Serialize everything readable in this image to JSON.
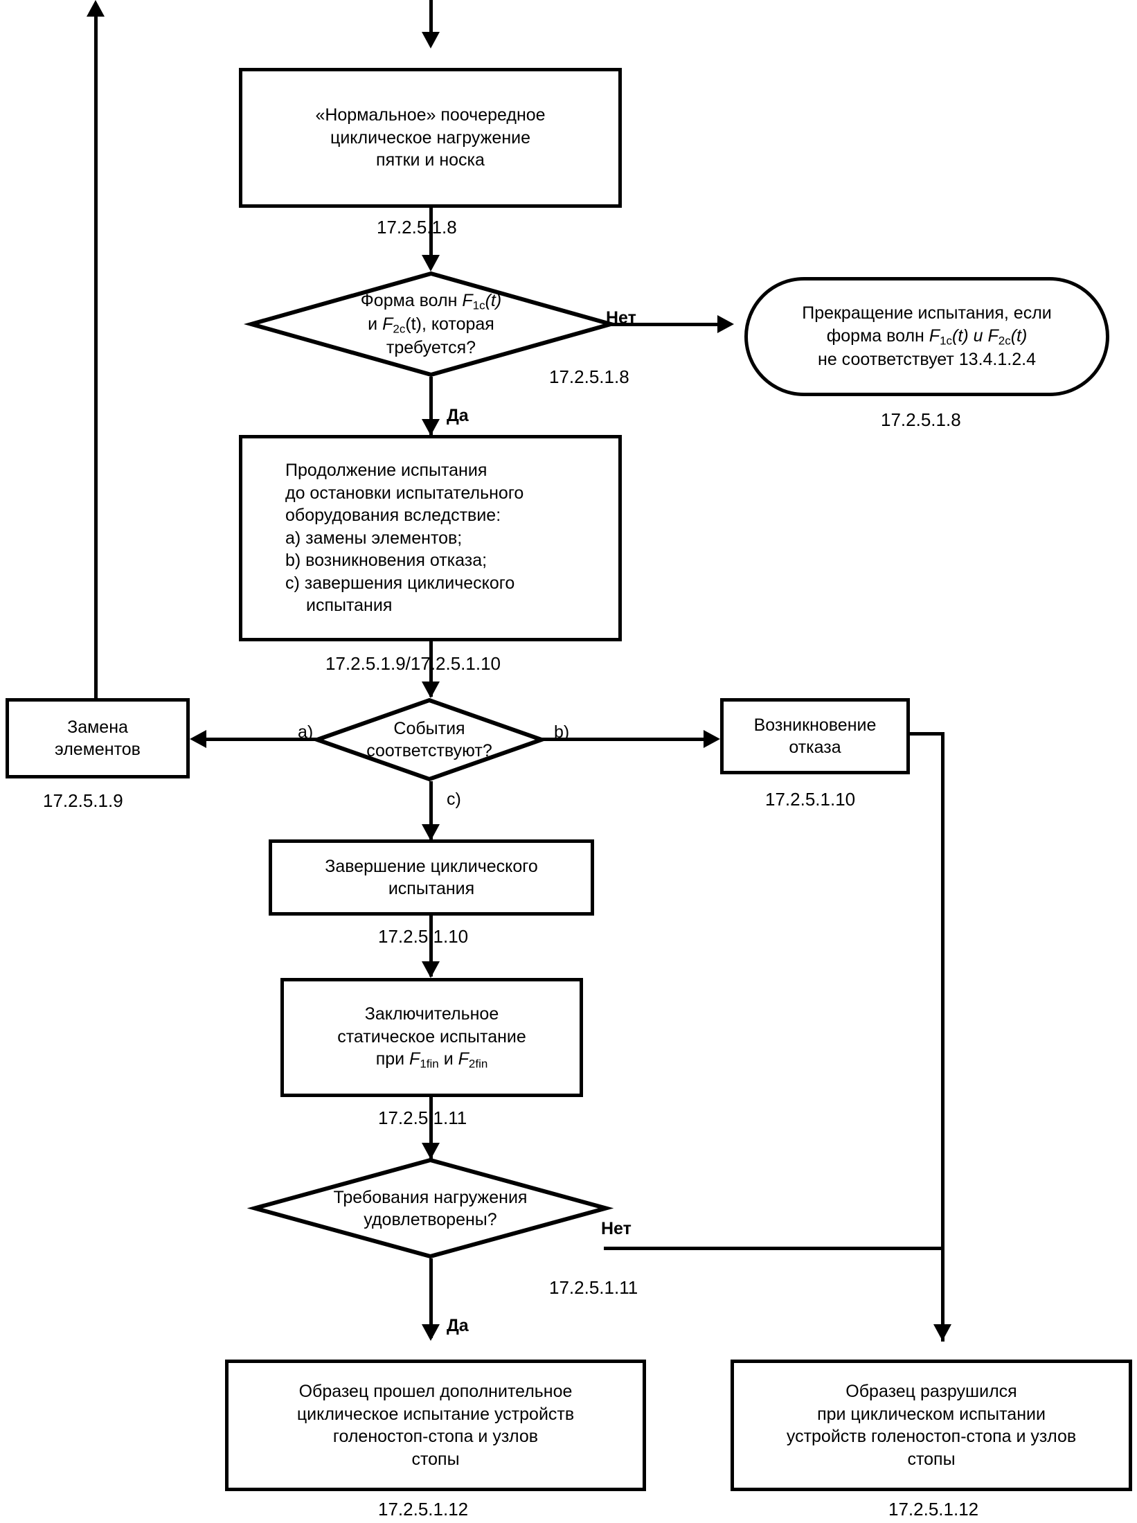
{
  "diagram": {
    "title": "Блок-схема циклического испытания устройств голеностоп-стопа",
    "type": "flowchart",
    "language": "ru",
    "line_color": "#000000",
    "background_color": "#ffffff"
  },
  "nodes": {
    "normal_loading": {
      "shape": "process",
      "line1": "«Нормальное» поочередное",
      "line2": "циклическое нагружение",
      "line3": "пятки и носка",
      "clause": "17.2.5.1.8"
    },
    "waveform_decision": {
      "shape": "decision",
      "line1_a": "Форма волн ",
      "line1_f": "F",
      "line1_sub": "1c",
      "line1_b": "(t)",
      "line2_a": "и ",
      "line2_f": "F",
      "line2_sub": "2c",
      "line2_b": "(t), которая",
      "line3": "требуется?",
      "clause": "17.2.5.1.8",
      "branch_no": "Нет",
      "branch_yes": "Да"
    },
    "stop_test": {
      "shape": "terminator",
      "line1": "Прекращение испытания, если",
      "line2_a": "форма волн ",
      "line2_f1": "F",
      "line2_sub1": "1c",
      "line2_mid": "(t) и ",
      "line2_f2": "F",
      "line2_sub2": "2c",
      "line2_end": "(t)",
      "line3": "не соответствует 13.4.1.2.4",
      "clause": "17.2.5.1.8"
    },
    "continue_test": {
      "shape": "process",
      "line1": "Продолжение испытания",
      "line2": "до остановки испытательного",
      "line3": "оборудования вследствие:",
      "line4": "a) замены элементов;",
      "line5": "b) возникновения отказа;",
      "line6": "c) завершения циклического",
      "line7": "испытания",
      "clause": "17.2.5.1.9/17.2.5.1.10"
    },
    "events_decision": {
      "shape": "decision",
      "line1": "События",
      "line2": "соответствуют?",
      "branch_a": "a)",
      "branch_b": "b)",
      "branch_c": "c)"
    },
    "replace_elements": {
      "shape": "process",
      "line1": "Замена",
      "line2": "элементов",
      "clause": "17.2.5.1.9"
    },
    "failure_occurred": {
      "shape": "process",
      "line1": "Возникновение",
      "line2": "отказа",
      "clause": "17.2.5.1.10"
    },
    "cycle_complete": {
      "shape": "process",
      "line1": "Завершение циклического",
      "line2": "испытания",
      "clause": "17.2.5.1.10"
    },
    "final_static": {
      "shape": "process",
      "line1": "Заключительное",
      "line2": "статическое испытание",
      "line3_a": "при ",
      "line3_f1": "F",
      "line3_sub1": "1fin",
      "line3_mid": " и ",
      "line3_f2": "F",
      "line3_sub2": "2fin",
      "clause": "17.2.5.1.11"
    },
    "requirements_decision": {
      "shape": "decision",
      "line1": "Требования нагружения",
      "line2": "удовлетворены?",
      "clause": "17.2.5.1.11",
      "branch_no": "Нет",
      "branch_yes": "Да"
    },
    "passed": {
      "shape": "process",
      "line1": "Образец прошел дополнительное",
      "line2": "циклическое испытание устройств",
      "line3": "голеностоп-стопа и узлов",
      "line4": "стопы",
      "clause": "17.2.5.1.12"
    },
    "failed": {
      "shape": "process",
      "line1": "Образец разрушился",
      "line2": "при циклическом испытании",
      "line3": "устройств голеностоп-стопа и узлов",
      "line4": "стопы",
      "clause": "17.2.5.1.12"
    }
  }
}
